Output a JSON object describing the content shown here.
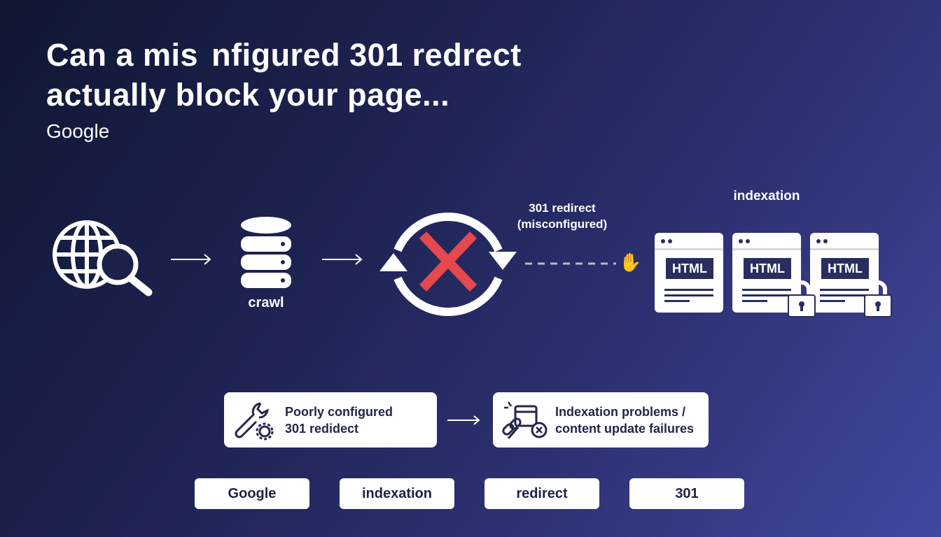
{
  "title": {
    "line1": "Can a mis  nfigured 301 redrect",
    "line2": "actually block your page..."
  },
  "subtitle": "Google",
  "flow": {
    "crawl_label": "crawl",
    "redirect_label_1": "301 redirect",
    "redirect_label_2": "(misconfigured)",
    "indexation_label": "indexation",
    "pages": [
      {
        "label": "HTML",
        "locked": false
      },
      {
        "label": "HTML",
        "locked": true
      },
      {
        "label": "HTML",
        "locked": true
      }
    ]
  },
  "cause": {
    "line1": "Poorly configured",
    "line2": "301 redidect"
  },
  "effect": {
    "line1": "Indexation problems /",
    "line2": "content update failures"
  },
  "tags": [
    "Google",
    "indexation",
    "redirect",
    "301"
  ],
  "colors": {
    "x_red": "#e5484d",
    "navy": "#2a2e5e"
  }
}
